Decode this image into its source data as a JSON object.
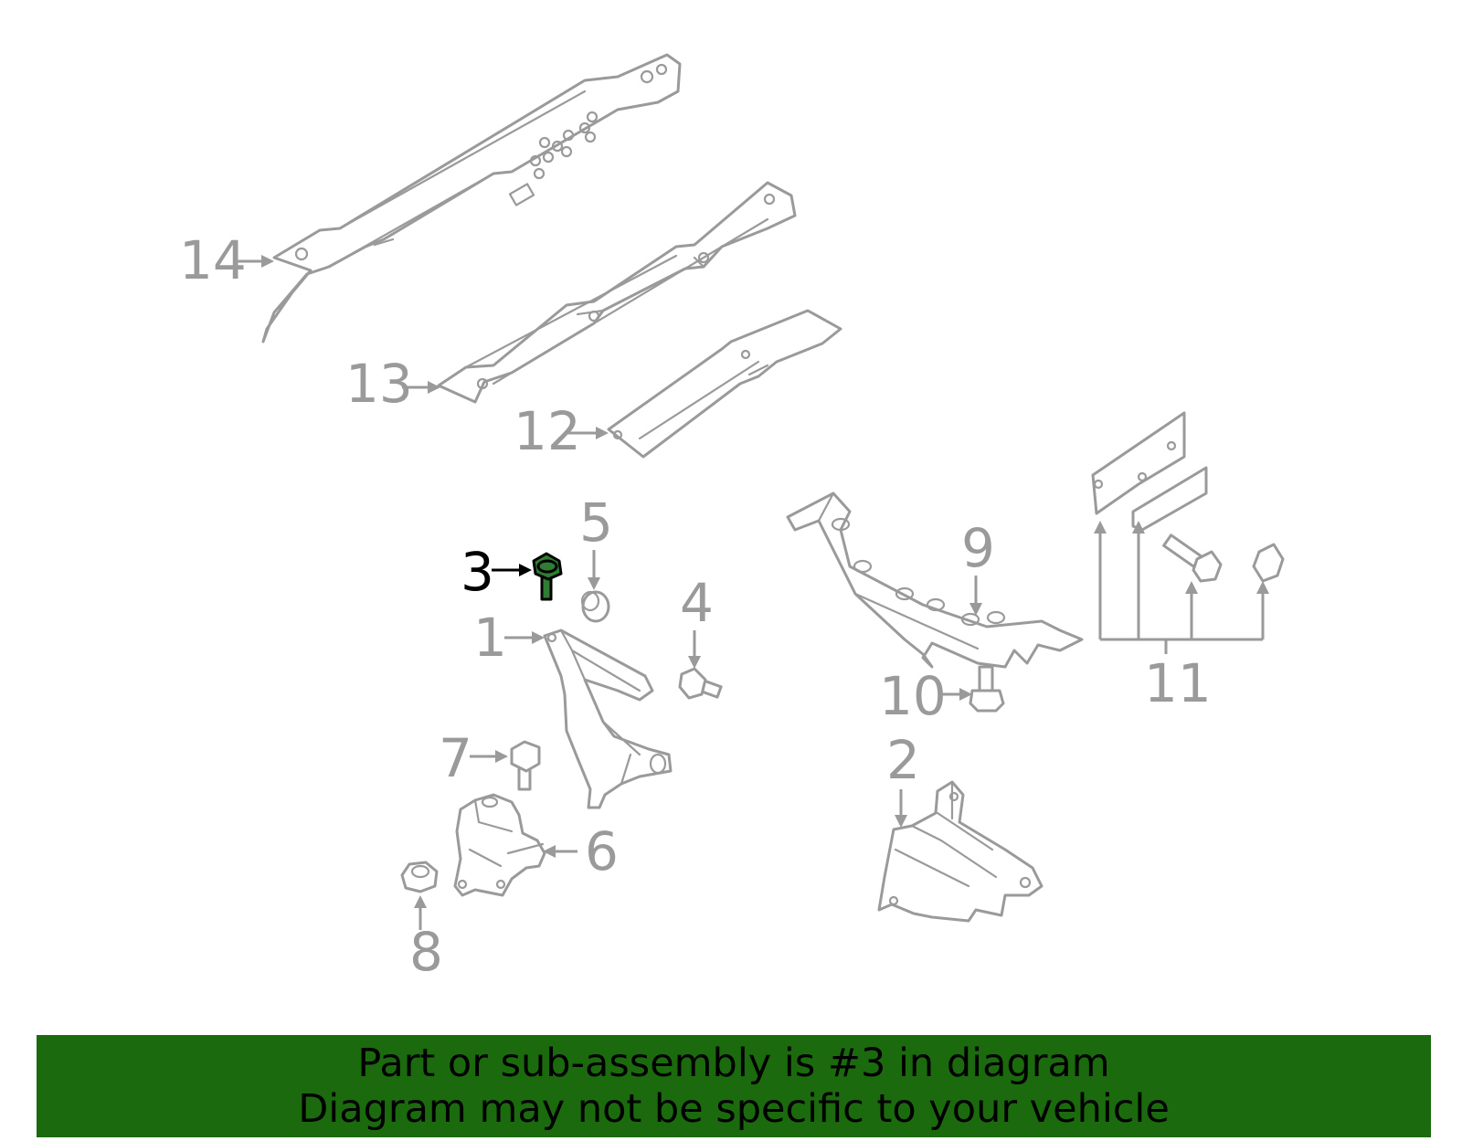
{
  "callouts": {
    "c1": "1",
    "c2": "2",
    "c3": "3",
    "c4": "4",
    "c5": "5",
    "c6": "6",
    "c7": "7",
    "c8": "8",
    "c9": "9",
    "c10": "10",
    "c11": "11",
    "c12": "12",
    "c13": "13",
    "c14": "14"
  },
  "highlight": {
    "part_number": "3",
    "color": "#2e7d32"
  },
  "colors": {
    "banner": "#1b6a0e",
    "line_art": "#9a9a9a",
    "highlight_text": "#000000"
  },
  "banner": {
    "line1": "Part or sub-assembly is #3 in diagram",
    "line2": "Diagram may not be specific to your vehicle"
  }
}
